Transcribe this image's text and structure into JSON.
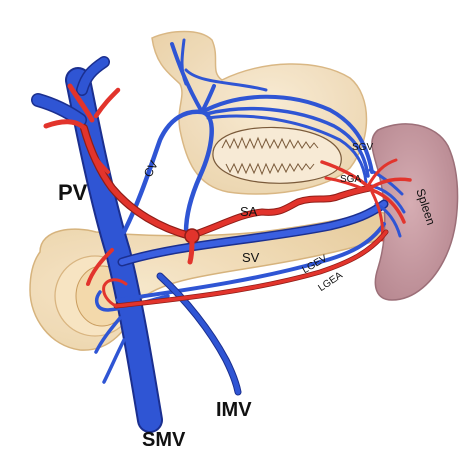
{
  "labels": {
    "pv": "PV",
    "cv": "CV",
    "sgv": "SGV",
    "sga": "SGA",
    "spleen": "Spleen",
    "sa": "SA",
    "sv": "SV",
    "lgev": "LGEV",
    "lgea": "LGEA",
    "imv": "IMV",
    "smv": "SMV"
  },
  "colors": {
    "vein": "#2f55d4",
    "vein_dark": "#1b2f8f",
    "artery": "#e2342c",
    "artery_dark": "#8f1d17",
    "stomach": "#f4e2c4",
    "pancreas": "#f2ddb6",
    "spleen": "#c89aa2",
    "label": "#111111"
  }
}
